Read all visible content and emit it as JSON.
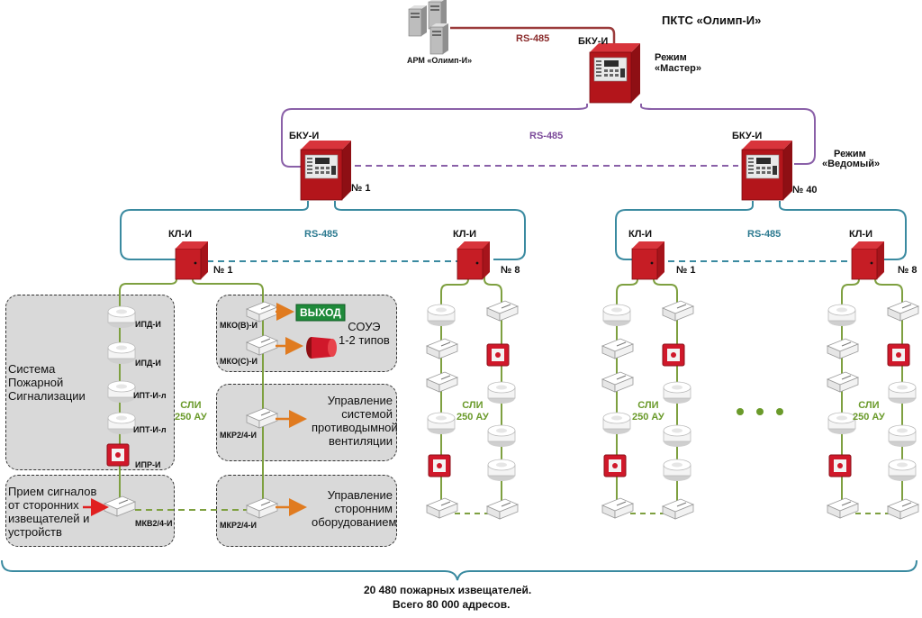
{
  "title": "ПКТС «Олимп-И»",
  "workstation": {
    "label": "АРМ «Олимп-И»"
  },
  "links": {
    "top_rs485": "RS-485",
    "mid_rs485": "RS-485",
    "left_rs485": "RS-485",
    "right_rs485": "RS-485"
  },
  "master": {
    "label": "БКУ-И",
    "mode": "Режим «Мастер»",
    "mode_line1": "Режим",
    "mode_line2": "«Мастер»"
  },
  "slave1": {
    "label": "БКУ-И",
    "number": "№ 1"
  },
  "slave40": {
    "label": "БКУ-И",
    "number": "№ 40",
    "mode_line1": "Режим",
    "mode_line2": "«Ведомый»"
  },
  "kl": [
    {
      "label": "КЛ-И",
      "number": "№ 1"
    },
    {
      "label": "КЛ-И",
      "number": "№ 8"
    },
    {
      "label": "КЛ-И",
      "number": "№ 1"
    },
    {
      "label": "КЛ-И",
      "number": "№ 8"
    }
  ],
  "sli": {
    "line1": "СЛИ",
    "line2": "250 АУ"
  },
  "devices": {
    "ipd1": "ИПД-И",
    "ipd2": "ИПД-И",
    "ipt1": "ИПТ-И-л",
    "ipt2": "ИПТ-И-л",
    "ipr": "ИПР-И",
    "mkob": "МКО(В)-И",
    "mkoc": "МКО(С)-И",
    "mkr1": "МКР2/4-И",
    "mkr2": "МКР2/4-И",
    "mkv": "МКВ2/4-И",
    "exit_sign": "ВЫХОД"
  },
  "groups": {
    "fire_alarm": {
      "line1": "Система",
      "line2": "Пожарной",
      "line3": "Сигнализации"
    },
    "soue": {
      "line1": "СОУЭ",
      "line2": "1-2 типов"
    },
    "smoke": {
      "line1": "Управление",
      "line2": "системой",
      "line3": "противодымной",
      "line4": "вентиляции"
    },
    "external_in": {
      "line1": "Прием сигналов",
      "line2": "от сторонних",
      "line3": "извещателей и",
      "line4": "устройств"
    },
    "external_out": {
      "line1": "Управление",
      "line2": "сторонним",
      "line3": "оборудованием"
    }
  },
  "footer": {
    "line1": "20 480 пожарных извещателей.",
    "line2": "Всего 80 000 адресов."
  },
  "colors": {
    "rs485_top": "#9b3b3b",
    "rs485_mid": "#8a60a8",
    "rs485_low": "#3a8aa0",
    "loop": "#7ea040",
    "panel": "#b3151b",
    "arrow_orange": "#e07b20",
    "arrow_red": "#e02020",
    "exit_green": "#1f8a3a",
    "box_fill": "#d9d9d9"
  }
}
